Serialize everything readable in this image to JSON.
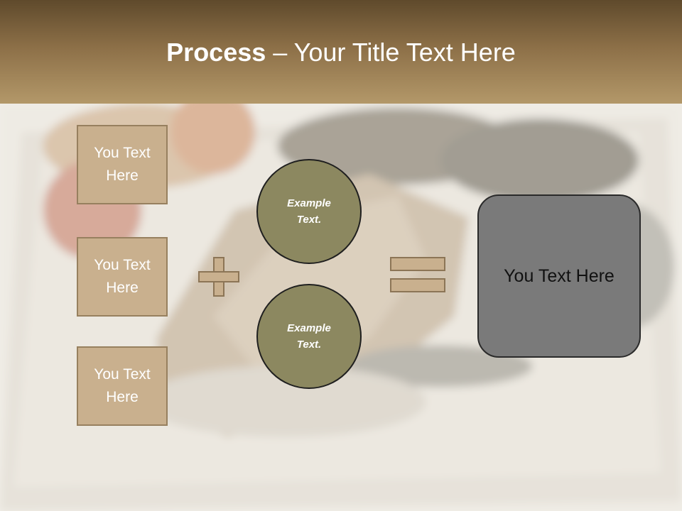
{
  "title": {
    "bold": "Process",
    "separator": " – ",
    "rest": "Your Title Text Here"
  },
  "boxes": [
    "You Text Here",
    "You Text Here",
    "You Text Here"
  ],
  "circles": [
    "Example Text.",
    "Example Text."
  ],
  "result": "You Text Here",
  "colors": {
    "title_band": "#8c6f47",
    "box_fill": "#c9b08e",
    "circle_fill": "#8c8860",
    "result_fill": "#7a7a7a"
  }
}
